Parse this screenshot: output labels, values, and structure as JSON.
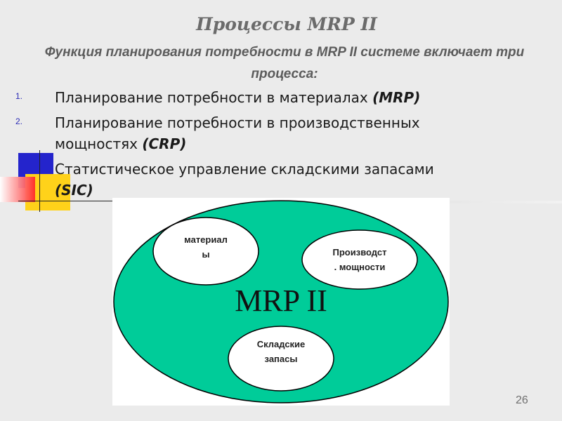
{
  "slide": {
    "title": "Процессы MRP II",
    "subtitle": "Функция планирования потребности в MRP II системе включает три процесса:",
    "page_number": "26"
  },
  "list": [
    {
      "number": "1.",
      "text": "Планирование потребности в материалах",
      "abbr": "(MRP)"
    },
    {
      "number": "2.",
      "text": "Планирование потребности в производственных\nмощностях",
      "abbr": "(CRP)"
    },
    {
      "number": "",
      "text": "Статистическое управление складскими запасами\n",
      "abbr": "(SIC)"
    }
  ],
  "diagram": {
    "center_label": "MRP II",
    "bubbles": [
      {
        "label": "материал\nы"
      },
      {
        "label": "Производст\n. мощности"
      },
      {
        "label": "Складские\nзапасы"
      }
    ]
  },
  "colors": {
    "ellipse_fill": "#00cc99",
    "deco_blue": "#2424cc",
    "deco_yellow": "#ffd21a",
    "deco_red": "#ff2a2a",
    "list_number": "#2b2bb5"
  }
}
